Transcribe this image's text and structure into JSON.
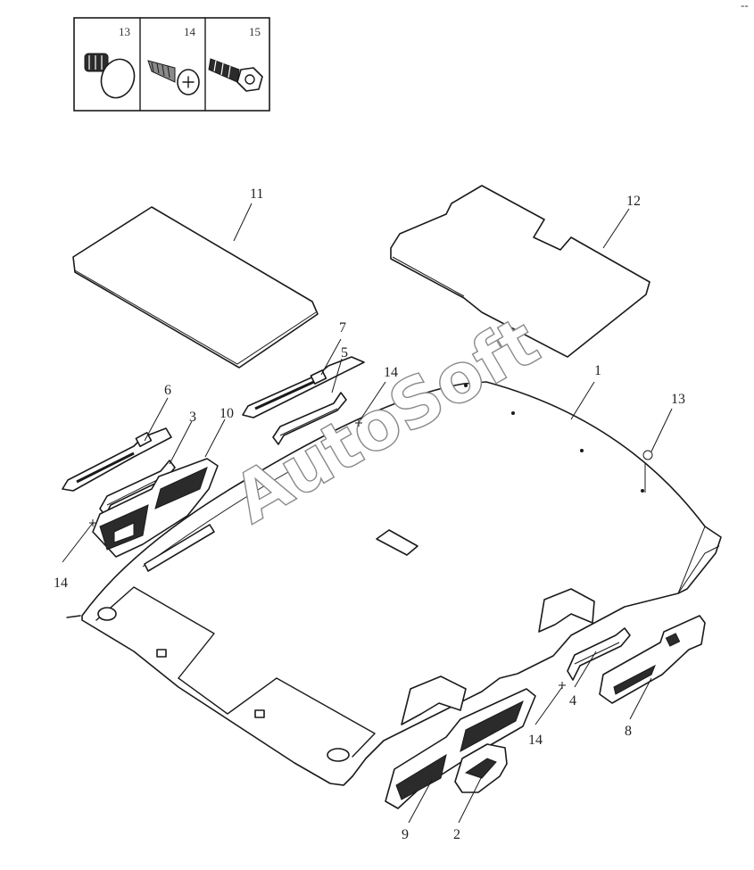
{
  "watermark": "AutoSoft",
  "corner_mark": "--",
  "fastener_box": {
    "cells": [
      {
        "number": "13",
        "icon": "push-clip-icon"
      },
      {
        "number": "14",
        "icon": "phillips-screw-icon"
      },
      {
        "number": "15",
        "icon": "hex-flange-bolt-icon"
      }
    ]
  },
  "callouts": {
    "c1": "1",
    "c2": "2",
    "c3": "3",
    "c4": "4",
    "c5": "5",
    "c6": "6",
    "c7": "7",
    "c8": "8",
    "c9": "9",
    "c10": "10",
    "c11": "11",
    "c12": "12",
    "c13": "13",
    "c14a": "14",
    "c14b": "14",
    "c14c": "14"
  }
}
